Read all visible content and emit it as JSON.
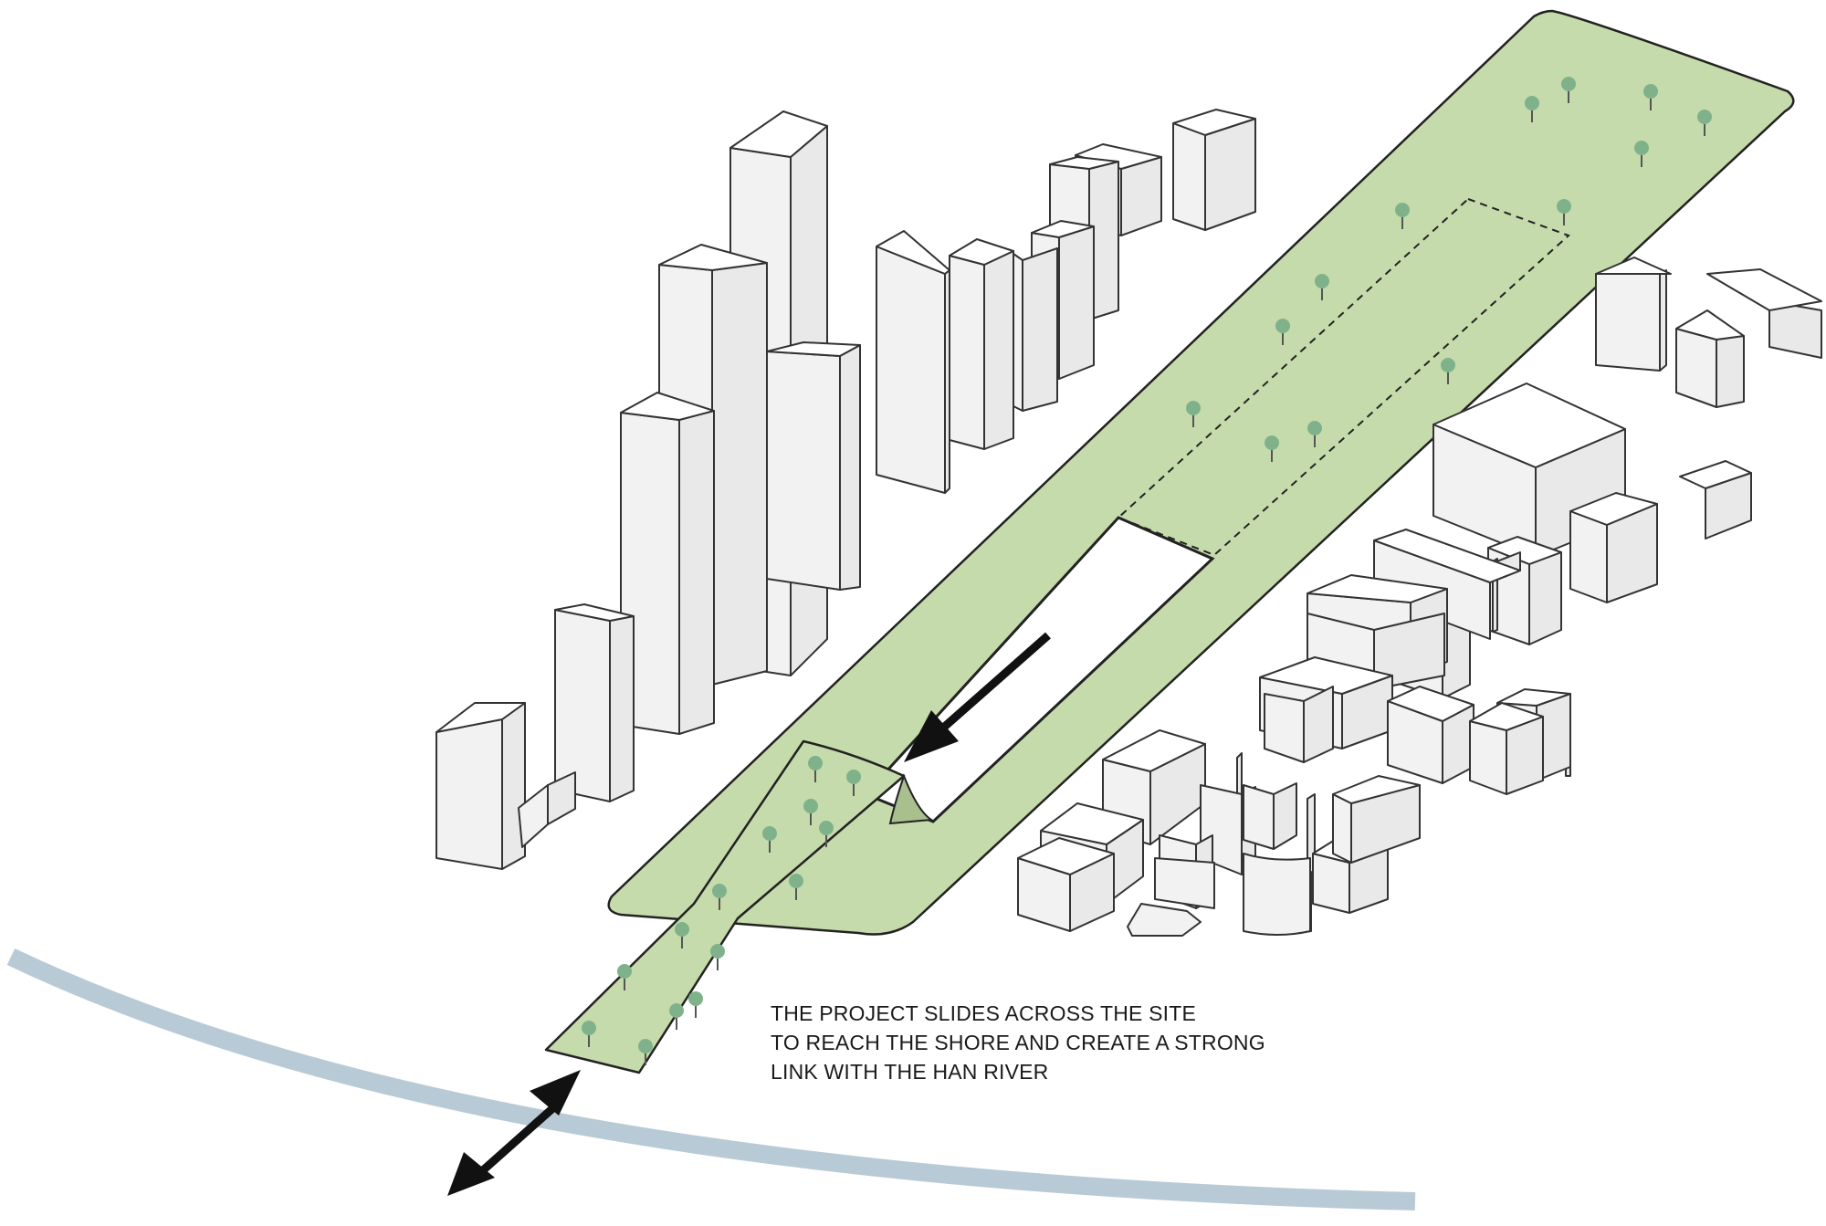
{
  "caption": {
    "line1": "THE PROJECT SLIDES ACROSS THE SITE",
    "line2": "TO REACH THE SHORE AND CREATE A STRONG",
    "line3": "LINK WITH THE HAN RIVER"
  },
  "colors": {
    "park_green": "#c6dbab",
    "tree_green": "#7fb28b",
    "river": "#b8cad6",
    "building": "#f2f2f2",
    "outline": "#333333",
    "arrow": "#111111"
  },
  "icons": [
    "slide-arrow-icon",
    "double-arrow-icon",
    "tree-icon"
  ]
}
